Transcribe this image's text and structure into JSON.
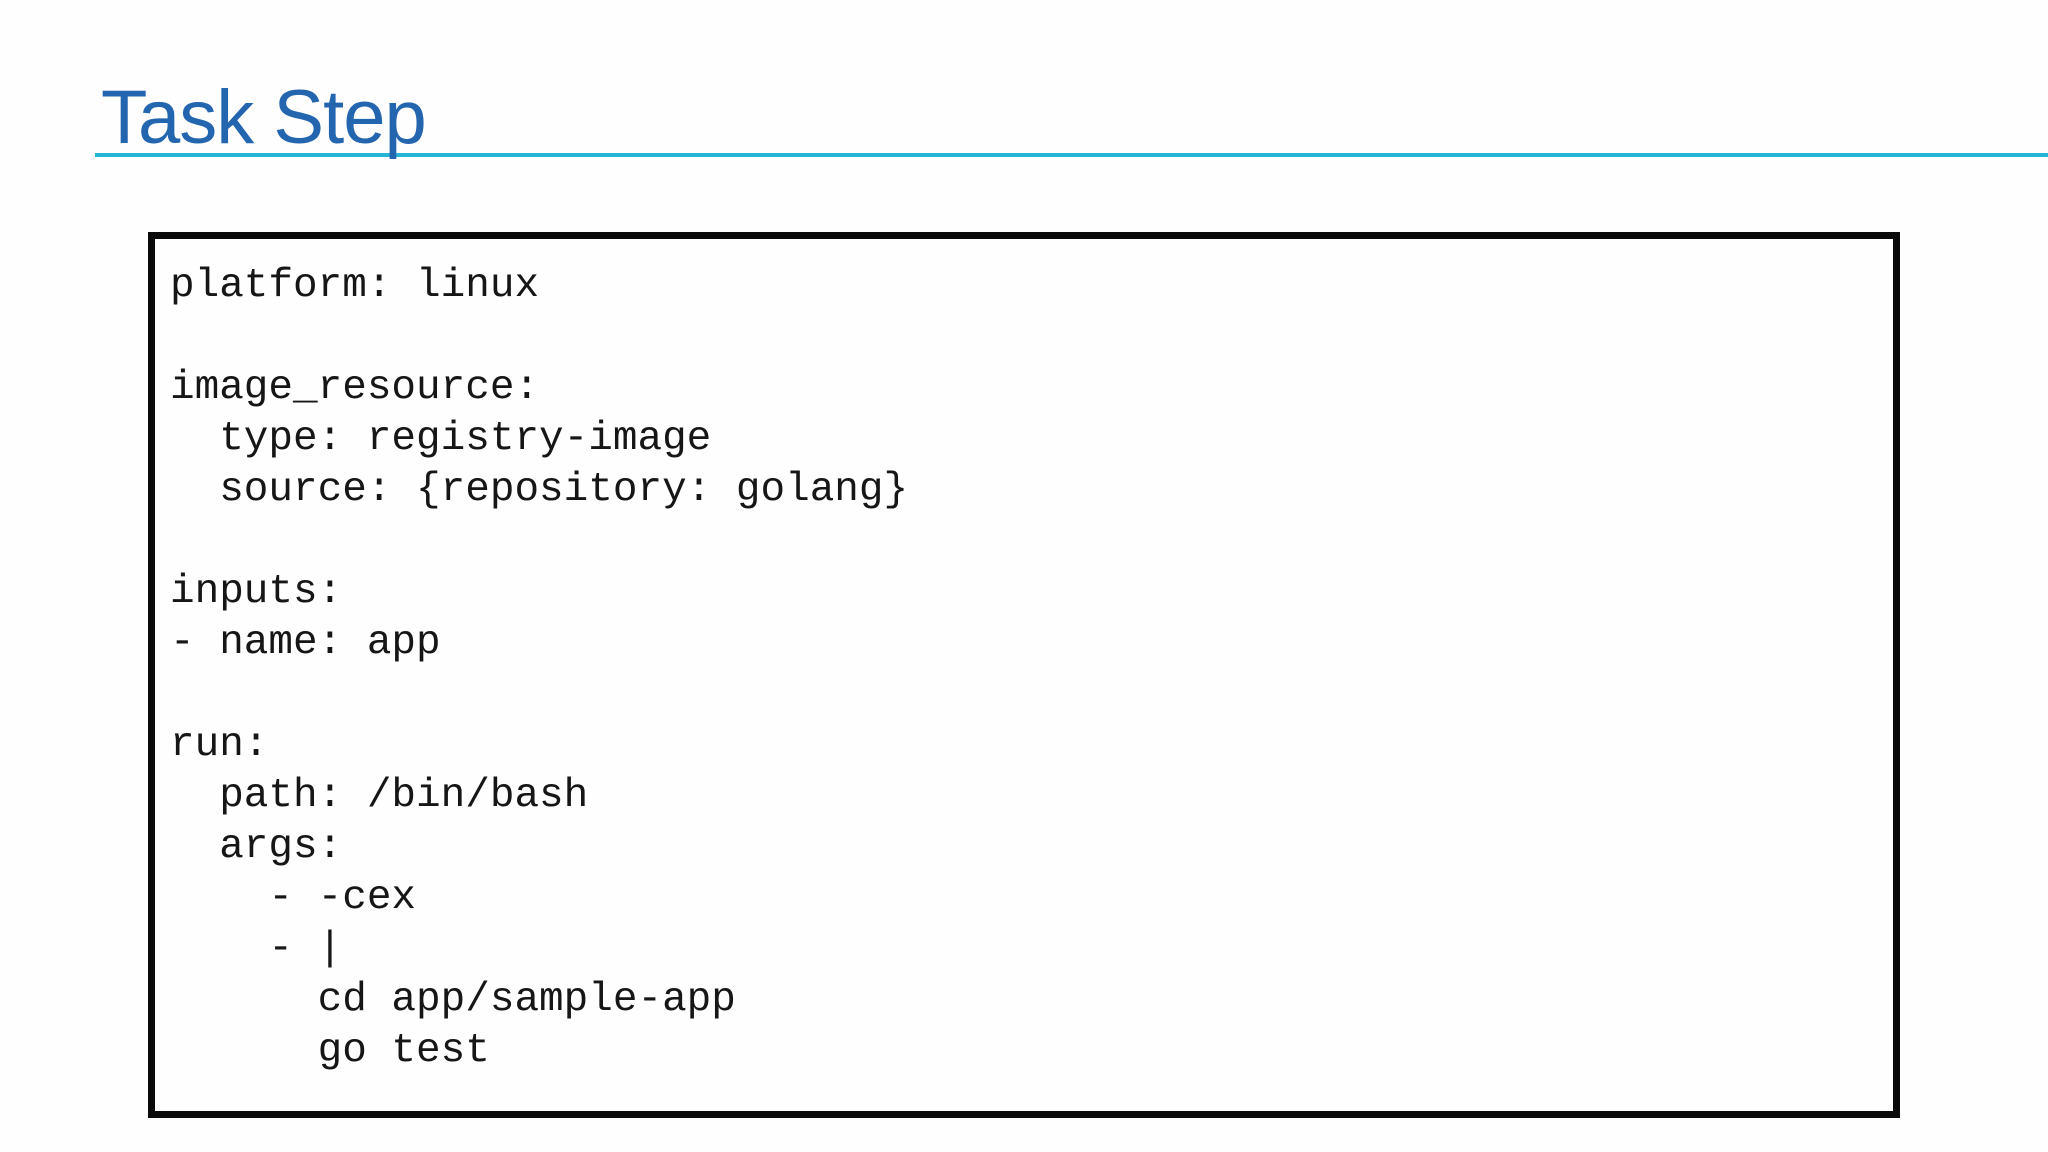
{
  "theme": {
    "title-color": "#2365AE",
    "underline-color": "#25B6D6",
    "border-color": "#0a0a0a",
    "code-color": "#161616"
  },
  "slide": {
    "title": "Task Step"
  },
  "code_block": {
    "language": "yaml",
    "lines": [
      "platform: linux",
      "",
      "image_resource:",
      "  type: registry-image",
      "  source: {repository: golang}",
      "",
      "inputs:",
      "- name: app",
      "",
      "run:",
      "  path: /bin/bash",
      "  args:",
      "    - -cex",
      "    - |",
      "      cd app/sample-app",
      "      go test"
    ]
  }
}
